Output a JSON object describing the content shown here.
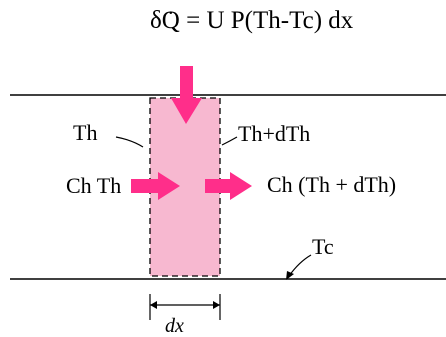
{
  "equation": {
    "prefix": "δ",
    "q": "Q",
    "q_dot": "·",
    "rest": " = U P(Th-Tc) dx"
  },
  "labels": {
    "th": "Th",
    "th_dth": "Th+dTh",
    "ch_th": "Ch Th",
    "ch_th_dth": "Ch (Th + dTh)",
    "tc": "Tc",
    "dx": "dx"
  },
  "colors": {
    "element_fill": "#f7b8d0",
    "arrow": "#ff2e8a",
    "line": "#000000"
  }
}
